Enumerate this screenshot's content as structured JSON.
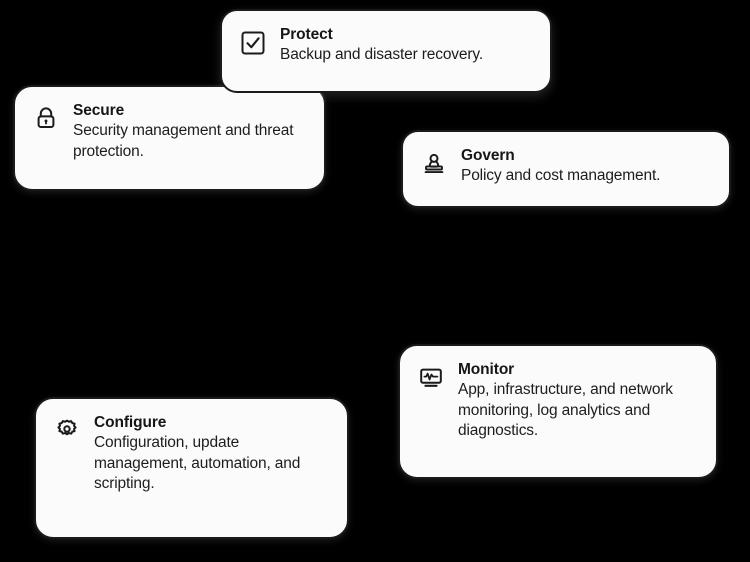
{
  "page": {
    "background_color": "#000000",
    "card_background_color": "#fbfbfb",
    "card_border_color": "#1a1a1a",
    "text_color": "#161616"
  },
  "cards": [
    {
      "id": "protect",
      "icon": "checkbox-checked-icon",
      "title": "Protect",
      "description": "Backup and disaster recovery."
    },
    {
      "id": "secure",
      "icon": "lock-icon",
      "title": "Secure",
      "description": "Security management and threat protection."
    },
    {
      "id": "govern",
      "icon": "stamp-icon",
      "title": "Govern",
      "description": "Policy and cost management."
    },
    {
      "id": "monitor",
      "icon": "monitor-pulse-icon",
      "title": "Monitor",
      "description": "App, infrastructure, and network monitoring, log analytics and diagnostics."
    },
    {
      "id": "configure",
      "icon": "gear-icon",
      "title": "Configure",
      "description": "Configuration, update management, automation, and scripting."
    }
  ]
}
